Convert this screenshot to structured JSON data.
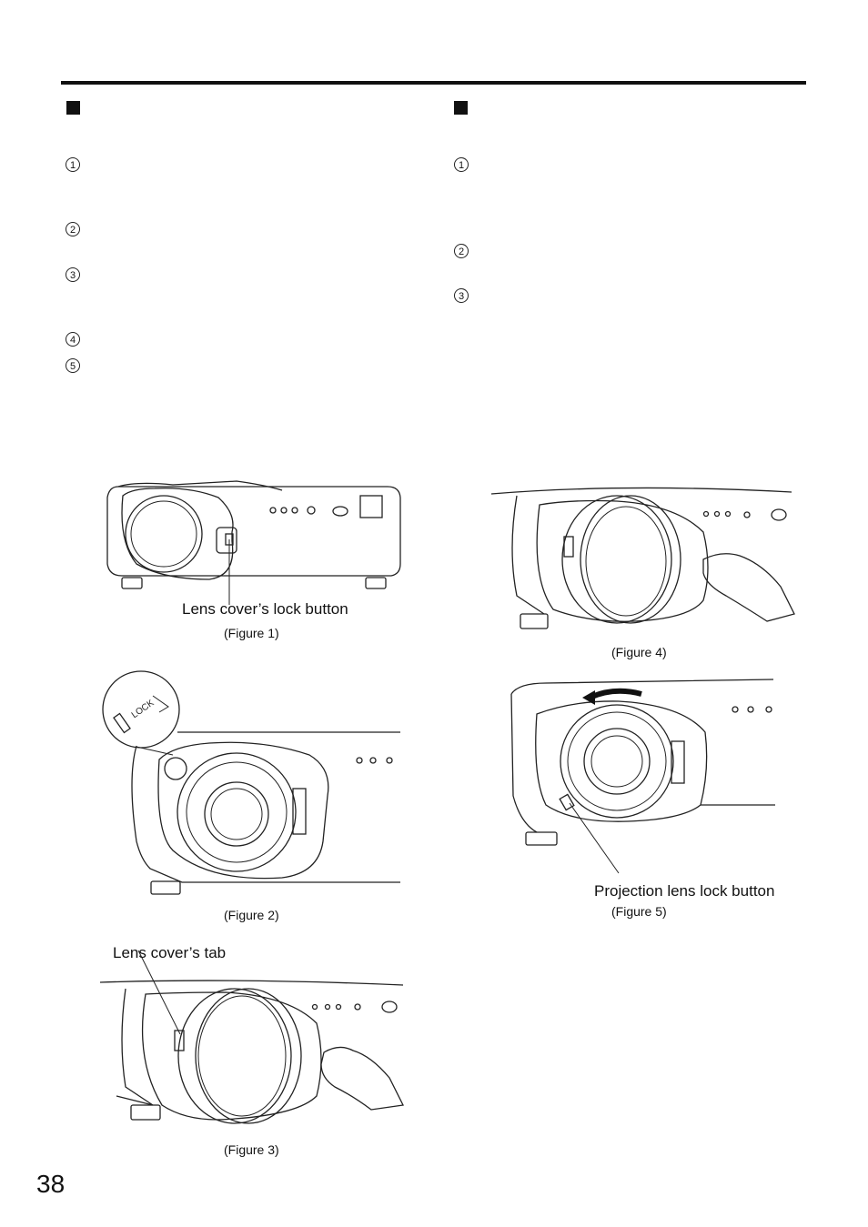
{
  "page_number": "38",
  "left_column": {
    "steps": [
      "1",
      "2",
      "3",
      "4",
      "5"
    ]
  },
  "right_column": {
    "steps": [
      "1",
      "2",
      "3"
    ]
  },
  "figures": {
    "figure1": {
      "caption": "(Figure 1)",
      "callout": "Lens cover’s lock button"
    },
    "figure2": {
      "caption": "(Figure 2)",
      "lock_text": "LOCK"
    },
    "figure3": {
      "caption": "(Figure 3)",
      "callout": "Lens cover’s tab"
    },
    "figure4": {
      "caption": "(Figure 4)"
    },
    "figure5": {
      "caption": "(Figure 5)",
      "callout": "Projection lens lock button"
    }
  }
}
